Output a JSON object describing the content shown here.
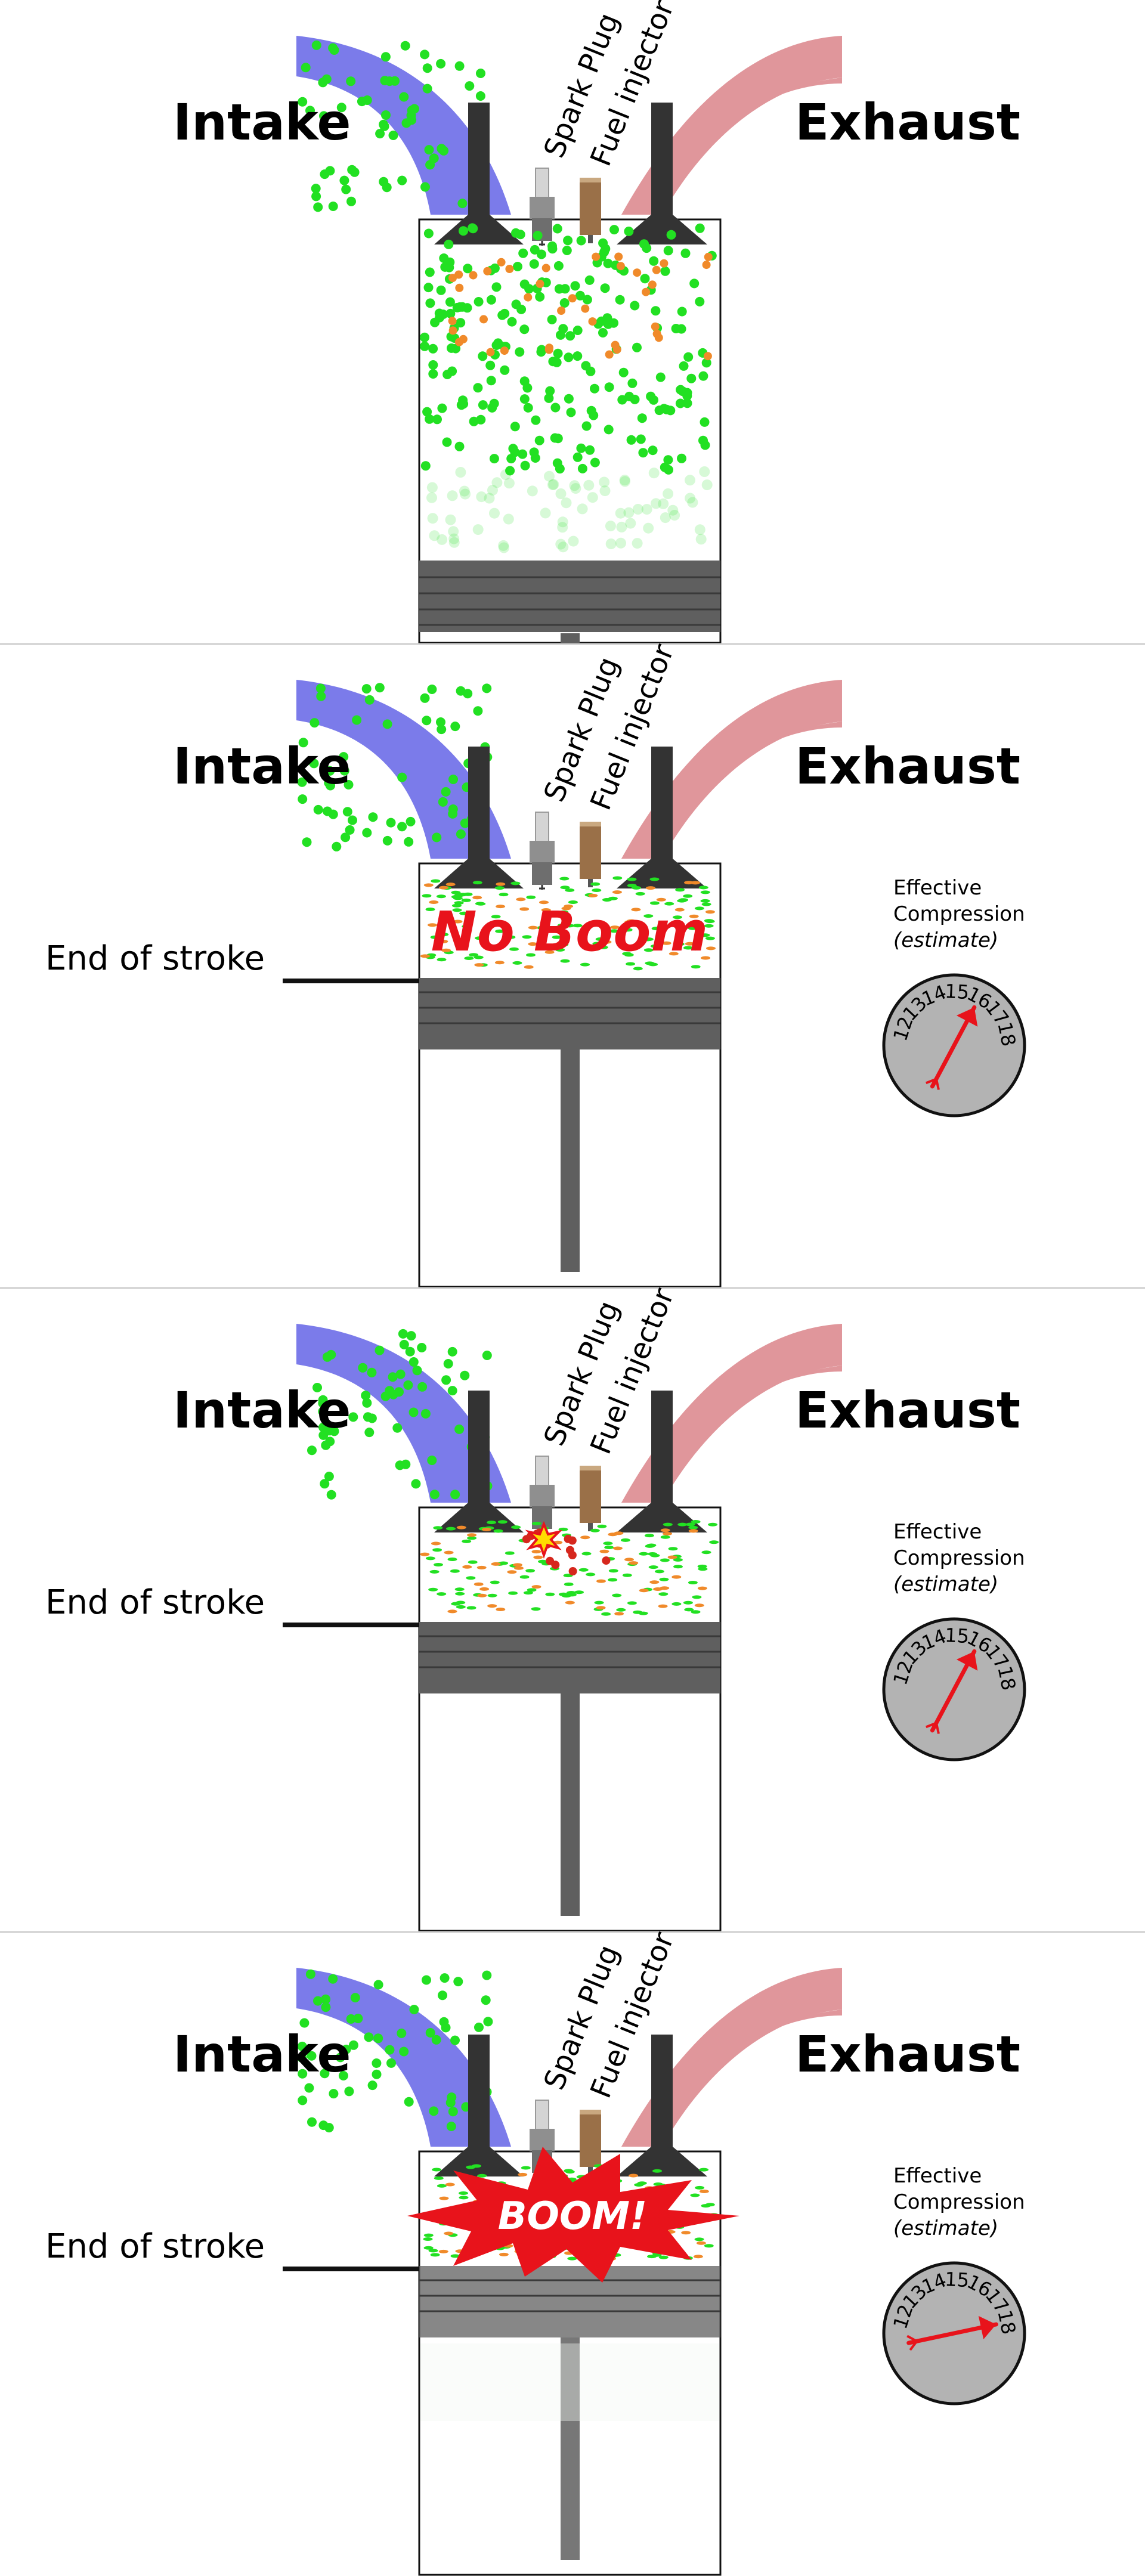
{
  "labels": {
    "intake": "Intake",
    "exhaust": "Exhaust",
    "spark_plug": "Spark Plug",
    "fuel_injector": "Fuel injector",
    "end_of_stroke": "End of stroke",
    "gauge_title_1": "Effective",
    "gauge_title_2": "Compression",
    "gauge_subtitle": "(estimate)",
    "no_boom": "No Boom",
    "boom": "BOOM!"
  },
  "gauge_ticks": [
    "12",
    "13",
    "14",
    "15",
    "16",
    "17",
    "18"
  ],
  "panels": [
    {
      "id": "intake-stroke",
      "show_gauge": false,
      "caption": null,
      "gauge_value": null
    },
    {
      "id": "compressed-no-ignition",
      "show_gauge": true,
      "caption": "no_boom",
      "gauge_value": 16
    },
    {
      "id": "spark-ignition",
      "show_gauge": true,
      "caption": null,
      "gauge_value": 16
    },
    {
      "id": "combustion",
      "show_gauge": true,
      "caption": "boom",
      "gauge_value": 18
    }
  ],
  "colors": {
    "intake_port": "#7b7bea",
    "exhaust_port": "#e0969b",
    "air_particle": "#22e022",
    "fuel_particle": "#f08a2a",
    "piston": "#5f5f5f",
    "valve": "#333333",
    "needle": "#e8131b",
    "gauge_face": "#b3b3b3"
  }
}
